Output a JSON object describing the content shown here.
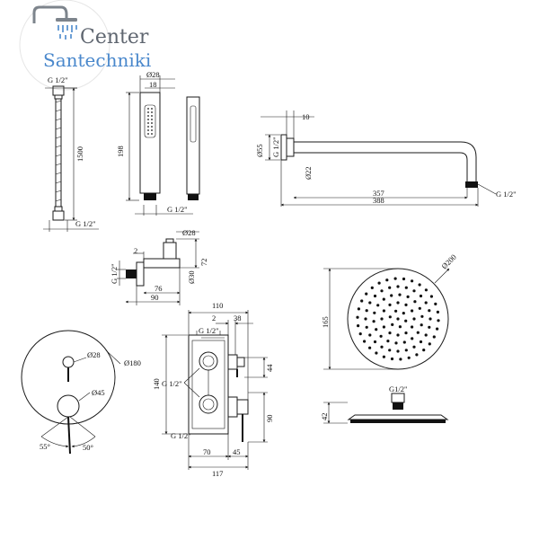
{
  "logo": {
    "line1": "Center",
    "line2": "Santechniki",
    "color_grey": "#5f6670",
    "color_blue": "#4a88cc"
  },
  "hose": {
    "thread_top": "G 1/2\"",
    "length": "1500",
    "thread_bottom": "G 1/2\""
  },
  "hand_shower": {
    "diameter": "Ø28",
    "width": "18",
    "length": "198",
    "thread": "G 1/2\""
  },
  "shower_arm": {
    "flange": "10",
    "thread_top": "G 1/2\"",
    "flange_diameter": "Ø55",
    "pipe_diameter": "Ø22",
    "reach_inner": "357",
    "reach_total": "388",
    "thread_end": "G 1/2\""
  },
  "wall_outlet": {
    "diameter": "Ø28",
    "offset": "2",
    "height": "72",
    "thread": "G 1/2\"",
    "small_diameter": "Ø30",
    "depth_inner": "76",
    "depth_total": "90"
  },
  "head_shower": {
    "diameter": "Ø200",
    "width": "165",
    "height": "42",
    "thread": "G1/2\""
  },
  "cover_plate": {
    "diverter_diameter": "Ø28",
    "plate_diameter": "Ø180",
    "handle_diameter": "Ø45",
    "angle_left": "55°",
    "angle_right": "50°"
  },
  "mixer_body": {
    "width_total": "110",
    "offset_a": "2",
    "offset_b": "38",
    "thread_top": "G 1/2\"",
    "thread_side": "G 1/2\"",
    "height_total": "140",
    "diverter_depth": "44",
    "handle_depth": "90",
    "thread_bottom": "G 1/2\"",
    "depth_a": "70",
    "depth_b": "45",
    "depth_total": "117"
  }
}
